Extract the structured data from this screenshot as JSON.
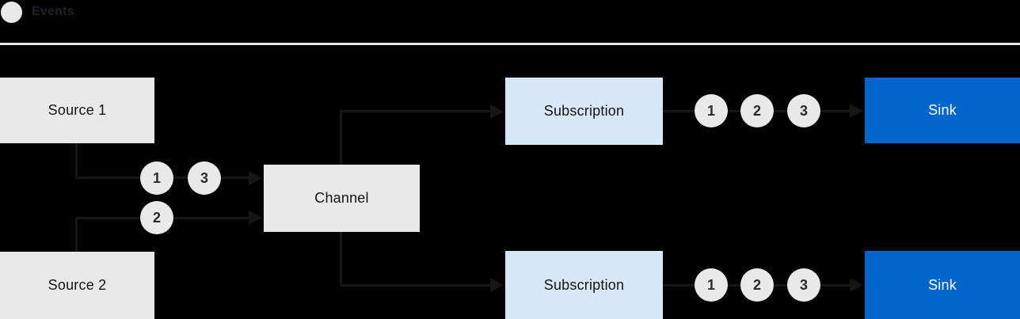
{
  "legend": {
    "label": "Events"
  },
  "colors": {
    "background": "#000000",
    "box_gray": "#e9e9e9",
    "box_light_blue": "#d6e7f8",
    "box_blue": "#0066cc",
    "line": "#161616",
    "text_dark": "#151515",
    "text_light": "#ffffff",
    "divider": "#e8e8e8"
  },
  "nodes": {
    "source1": {
      "label": "Source 1"
    },
    "source2": {
      "label": "Source 2"
    },
    "channel": {
      "label": "Channel"
    },
    "subscription1": {
      "label": "Subscription"
    },
    "subscription2": {
      "label": "Subscription"
    },
    "sink1": {
      "label": "Sink"
    },
    "sink2": {
      "label": "Sink"
    }
  },
  "event_markers": {
    "source1_to_channel": [
      "1",
      "3"
    ],
    "source2_to_channel": [
      "2"
    ],
    "subscription1_to_sink": [
      "1",
      "2",
      "3"
    ],
    "subscription2_to_sink": [
      "1",
      "2",
      "3"
    ]
  }
}
